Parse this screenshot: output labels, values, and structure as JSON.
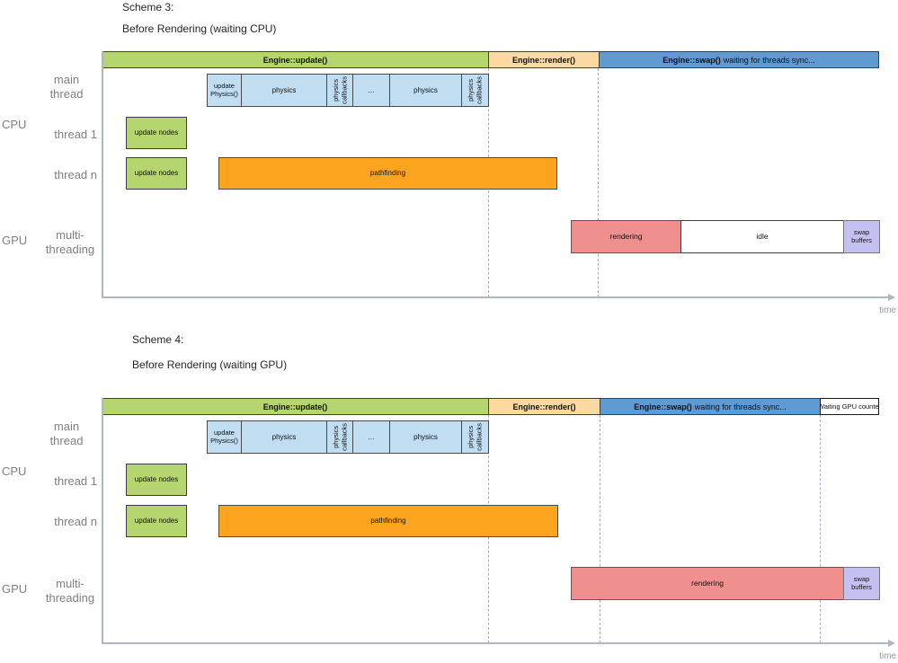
{
  "palette": {
    "update_green": "#b5d56e",
    "render_peach": "#fcd8a2",
    "swap_blue": "#609ad2",
    "physics_blue": "#c0ddf2",
    "pathfinding_orange": "#fca41d",
    "rendering_pink": "#ef908f",
    "swap_buffers_lavender": "#c4c1f2",
    "idle_white": "#ffffff",
    "axis_gray": "#aeb6c4",
    "label_gray": "#7f7f7f"
  },
  "row_labels": {
    "main_thread": "main\nthread",
    "cpu": "CPU",
    "thread_1": "thread 1",
    "thread_n": "thread n",
    "gpu": "GPU",
    "multi_threading": "multi-\nthreading"
  },
  "schemes": [
    {
      "title": "Scheme 3:",
      "subtitle": "Before Rendering (waiting CPU)",
      "header": {
        "update": "Engine::update()",
        "render": "Engine::render()",
        "swap_bold": "Engine::swap()",
        "swap_rest": "waiting for threads sync..."
      },
      "main_thread_row": {
        "update_physics": "update\nPhysics()",
        "physics_a": "physics",
        "physics_callbacks_a": "physics\ncallbacks",
        "ellipsis": "...",
        "physics_b": "physics",
        "physics_callbacks_b": "physics\ncallbacks"
      },
      "cpu_rows": {
        "thread_1_task": "update nodes",
        "thread_n_task": "update nodes",
        "pathfinding": "pathfinding"
      },
      "gpu_row": {
        "rendering": "rendering",
        "idle": "idle",
        "swap_buffers": "swap\nbuffers"
      },
      "time_label": "time"
    },
    {
      "title": "Scheme 4:",
      "subtitle": "Before Rendering (waiting GPU)",
      "header": {
        "update": "Engine::update()",
        "render": "Engine::render()",
        "swap_bold": "Engine::swap()",
        "swap_rest": "waiting for threads sync...",
        "waiting_gpu_counter": "Waiting GPU\ncounter"
      },
      "main_thread_row": {
        "update_physics": "update\nPhysics()",
        "physics_a": "physics",
        "physics_callbacks_a": "physics\ncallbacks",
        "ellipsis": "...",
        "physics_b": "physics",
        "physics_callbacks_b": "physics\ncallbacks"
      },
      "cpu_rows": {
        "thread_1_task": "update nodes",
        "thread_n_task": "update nodes",
        "pathfinding": "pathfinding"
      },
      "gpu_row": {
        "rendering": "rendering",
        "swap_buffers": "swap\nbuffers"
      },
      "time_label": "time"
    }
  ]
}
